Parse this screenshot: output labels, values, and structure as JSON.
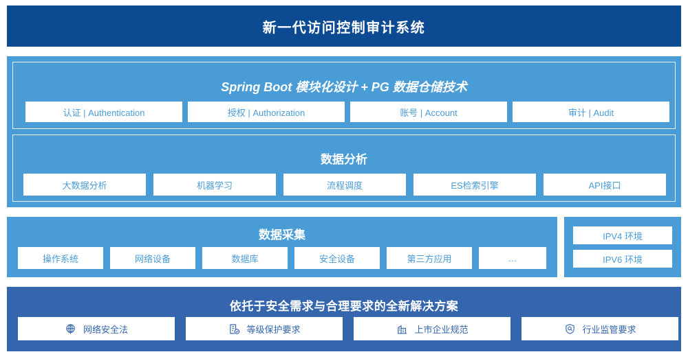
{
  "header": {
    "title": "新一代访问控制审计系统"
  },
  "core": {
    "spring": {
      "title": "Spring Boot 模块化设计 + PG 数据仓储技术",
      "chips": [
        {
          "label": "认证 | Authentication"
        },
        {
          "label": "授权 | Authorization"
        },
        {
          "label": "账号 | Account"
        },
        {
          "label": "审计 | Audit"
        }
      ]
    },
    "analysis": {
      "title": "数据分析",
      "chips": [
        {
          "label": "大数据分析"
        },
        {
          "label": "机器学习"
        },
        {
          "label": "流程调度"
        },
        {
          "label": "ES检索引擎"
        },
        {
          "label": "API接口"
        }
      ]
    }
  },
  "collection": {
    "title": "数据采集",
    "chips": [
      {
        "label": "操作系统"
      },
      {
        "label": "网络设备"
      },
      {
        "label": "数据库"
      },
      {
        "label": "安全设备"
      },
      {
        "label": "第三方应用"
      },
      {
        "label": "…"
      }
    ]
  },
  "environment": {
    "chips": [
      {
        "label": "IPV4 环境"
      },
      {
        "label": "IPV6 环境"
      }
    ]
  },
  "solution": {
    "title": "依托于安全需求与合理要求的全新解决方案",
    "chips": [
      {
        "label": "网络安全法",
        "icon": "globe-icon"
      },
      {
        "label": "等级保护要求",
        "icon": "document-check-icon"
      },
      {
        "label": "上市企业规范",
        "icon": "bank-building-icon"
      },
      {
        "label": "行业监管要求",
        "icon": "shield-search-icon"
      }
    ]
  },
  "colors": {
    "header_bg": "#0c4a92",
    "panel_bg": "#4a9cd6",
    "panel_dark_bg": "#3465ad",
    "chip_bg": "#ffffff",
    "chip_text": "#4a9cd6",
    "chip_text_dark": "#3465ad",
    "page_bg": "#ffffff"
  }
}
